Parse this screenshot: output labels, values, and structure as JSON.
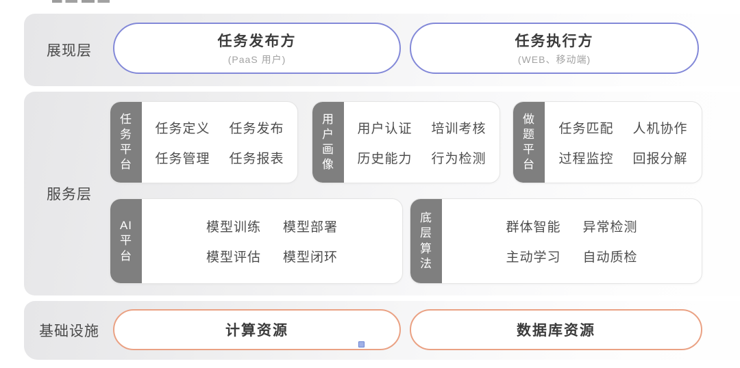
{
  "colors": {
    "blue_pill_border": "#8288d8",
    "orange_pill_border": "#eaa183",
    "tab_bg": "#7f7f7f",
    "band_gray": "#e6e6e8",
    "title_text": "#3b3b3b",
    "item_text": "#4d4d4d"
  },
  "icons": {
    "artifact": "blue-cross-mark"
  },
  "layers": [
    {
      "label": "展现层",
      "pills": [
        {
          "title": "任务发布方",
          "subtitle": "(PaaS 用户)"
        },
        {
          "title": "任务执行方",
          "subtitle": "(WEB、移动端)"
        }
      ]
    },
    {
      "label": "服务层",
      "cards": [
        {
          "tab": "任务平台",
          "tab_display": "任\n务\n平\n台",
          "items": [
            "任务定义",
            "任务发布",
            "任务管理",
            "任务报表"
          ]
        },
        {
          "tab": "用户画像",
          "tab_display": "用\n户\n画\n像",
          "items": [
            "用户认证",
            "培训考核",
            "历史能力",
            "行为检测"
          ]
        },
        {
          "tab": "做题平台",
          "tab_display": "做\n题\n平\n台",
          "items": [
            "任务匹配",
            "人机协作",
            "过程监控",
            "回报分解"
          ]
        },
        {
          "tab": "AI平台",
          "tab_display": "AI\n平\n台",
          "items": [
            "模型训练",
            "模型部署",
            "模型评估",
            "模型闭环"
          ]
        },
        {
          "tab": "底层算法",
          "tab_display": "底\n层\n算\n法",
          "items": [
            "群体智能",
            "异常检测",
            "主动学习",
            "自动质检"
          ]
        }
      ]
    },
    {
      "label": "基础设施",
      "pills": [
        {
          "title": "计算资源"
        },
        {
          "title": "数据库资源"
        }
      ]
    }
  ]
}
